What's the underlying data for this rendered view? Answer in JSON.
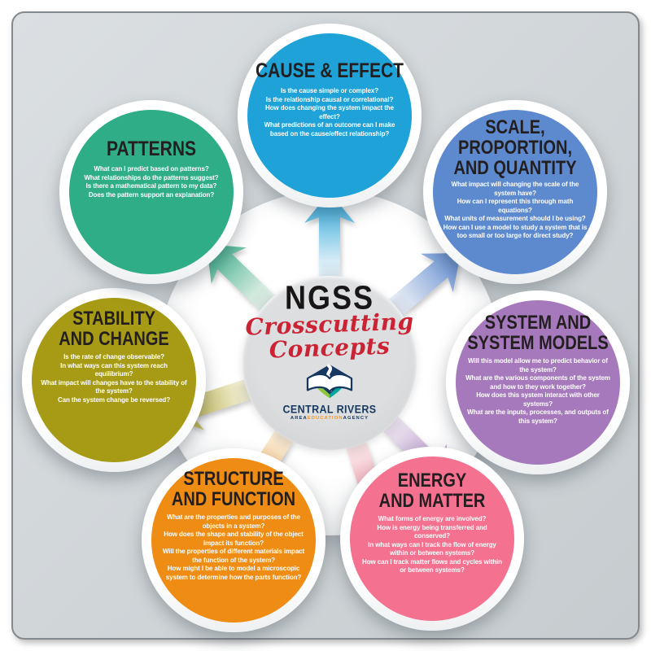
{
  "center": {
    "heading": "NGSS",
    "subheading_line1": "Crosscutting",
    "subheading_line2": "Concepts",
    "subheading_color": "#cb2334",
    "heading_color": "#191617"
  },
  "logo": {
    "name": "CENTRAL RIVERS",
    "name_color": "#16375f",
    "tagline_area": "AREA",
    "tagline_education": "EDUCATION",
    "tagline_agency": "AGENCY",
    "tagline_accent_color": "#f7941d",
    "book_navy": "#16375f",
    "book_green": "#8dc63f",
    "book_teal": "#00a79d"
  },
  "concepts": [
    {
      "id": "cause-and-effect",
      "title_lines": [
        "CAUSE & EFFECT"
      ],
      "color": "#1ea2d8",
      "arrow_tail": "#d6edf8",
      "arrow_tip": "#1b9fd6",
      "questions": [
        "Is the cause simple or complex?",
        "Is the relationship causal or correlational?",
        "How does changing the system impact the effect?",
        "What predictions of an outcome can I make based on the cause/effect relationship?"
      ]
    },
    {
      "id": "scale-proportion-quantity",
      "title_lines": [
        "SCALE,",
        "PROPORTION,",
        "AND QUANTITY"
      ],
      "color": "#5d89cf",
      "arrow_tail": "#d8e2f2",
      "arrow_tip": "#5583cc",
      "questions": [
        "What impact will changing the scale of the system have?",
        "How can I represent this through math equations?",
        "What units of measurement should I be using?",
        "How can I use a model to study a system that is too small or too large for direct study?"
      ]
    },
    {
      "id": "system-and-system-models",
      "title_lines": [
        "SYSTEM AND",
        "SYSTEM MODELS"
      ],
      "color": "#a679bd",
      "arrow_tail": "#e4d8eb",
      "arrow_tip": "#9c6cb4",
      "questions": [
        "Will this model allow me to predict behavior of the system?",
        "What are the various components of the system and how to they work together?",
        "How does this system interact with other systems?",
        "What are the inputs, processes, and outputs of this system?"
      ]
    },
    {
      "id": "energy-and-matter",
      "title_lines": [
        "ENERGY",
        "AND MATTER"
      ],
      "color": "#f4718f",
      "arrow_tail": "#fadade",
      "arrow_tip": "#ee5f80",
      "questions": [
        "What forms of energy are involved?",
        "How is energy being transferred and conserved?",
        "In what ways can I track the flow of energy within or between systems?",
        "How can I track matter flows and cycles within or between systems?"
      ]
    },
    {
      "id": "structure-and-function",
      "title_lines": [
        "STRUCTURE",
        "AND FUNCTION"
      ],
      "color": "#ee8c13",
      "arrow_tail": "#fae3c2",
      "arrow_tip": "#ef8c0a",
      "questions": [
        "What are the properties and purposes of the objects in a system?",
        "How does the shape and stability of the object impact its function?",
        "Will the properties of different materials impact the function of the system?",
        "How might I be able to model a microscopic system to determine how the parts function?"
      ]
    },
    {
      "id": "stability-and-change",
      "title_lines": [
        "STABILITY",
        "AND CHANGE"
      ],
      "color": "#a79b15",
      "arrow_tail": "#eae5bd",
      "arrow_tip": "#a39718",
      "questions": [
        "Is the rate of change observable?",
        "In what ways can this system reach equilibrium?",
        "What impact will changes have to the stability of the system?",
        "Can the system change be reversed?"
      ]
    },
    {
      "id": "patterns",
      "title_lines": [
        "PATTERNS"
      ],
      "color": "#2ead86",
      "arrow_tail": "#d2ebdf",
      "arrow_tip": "#27a57e",
      "questions": [
        "What can I predict based on patterns?",
        "What relationships do the patterns suggest?",
        "Is there a mathematical pattern to my data?",
        "Does the pattern support an explanation?"
      ]
    }
  ]
}
